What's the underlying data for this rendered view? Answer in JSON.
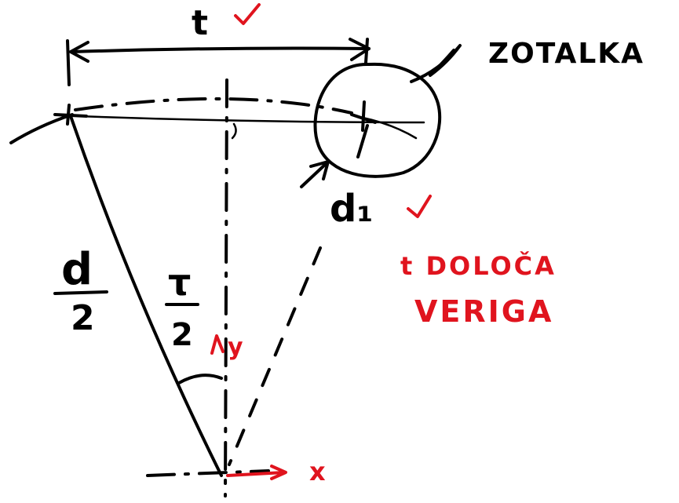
{
  "labels": {
    "pitch": "t",
    "roller_label": "ZOTALKA",
    "roller_diameter": "d₁",
    "radius_num": "d",
    "radius_den": "2",
    "angle_num": "τ",
    "angle_den": "2",
    "axis_y": "y",
    "axis_x": "x",
    "note_line1": "t  DOLOČA",
    "note_line2": "VERIGA"
  },
  "colors": {
    "ink": "#000000",
    "red_ink": "#e0141e"
  }
}
